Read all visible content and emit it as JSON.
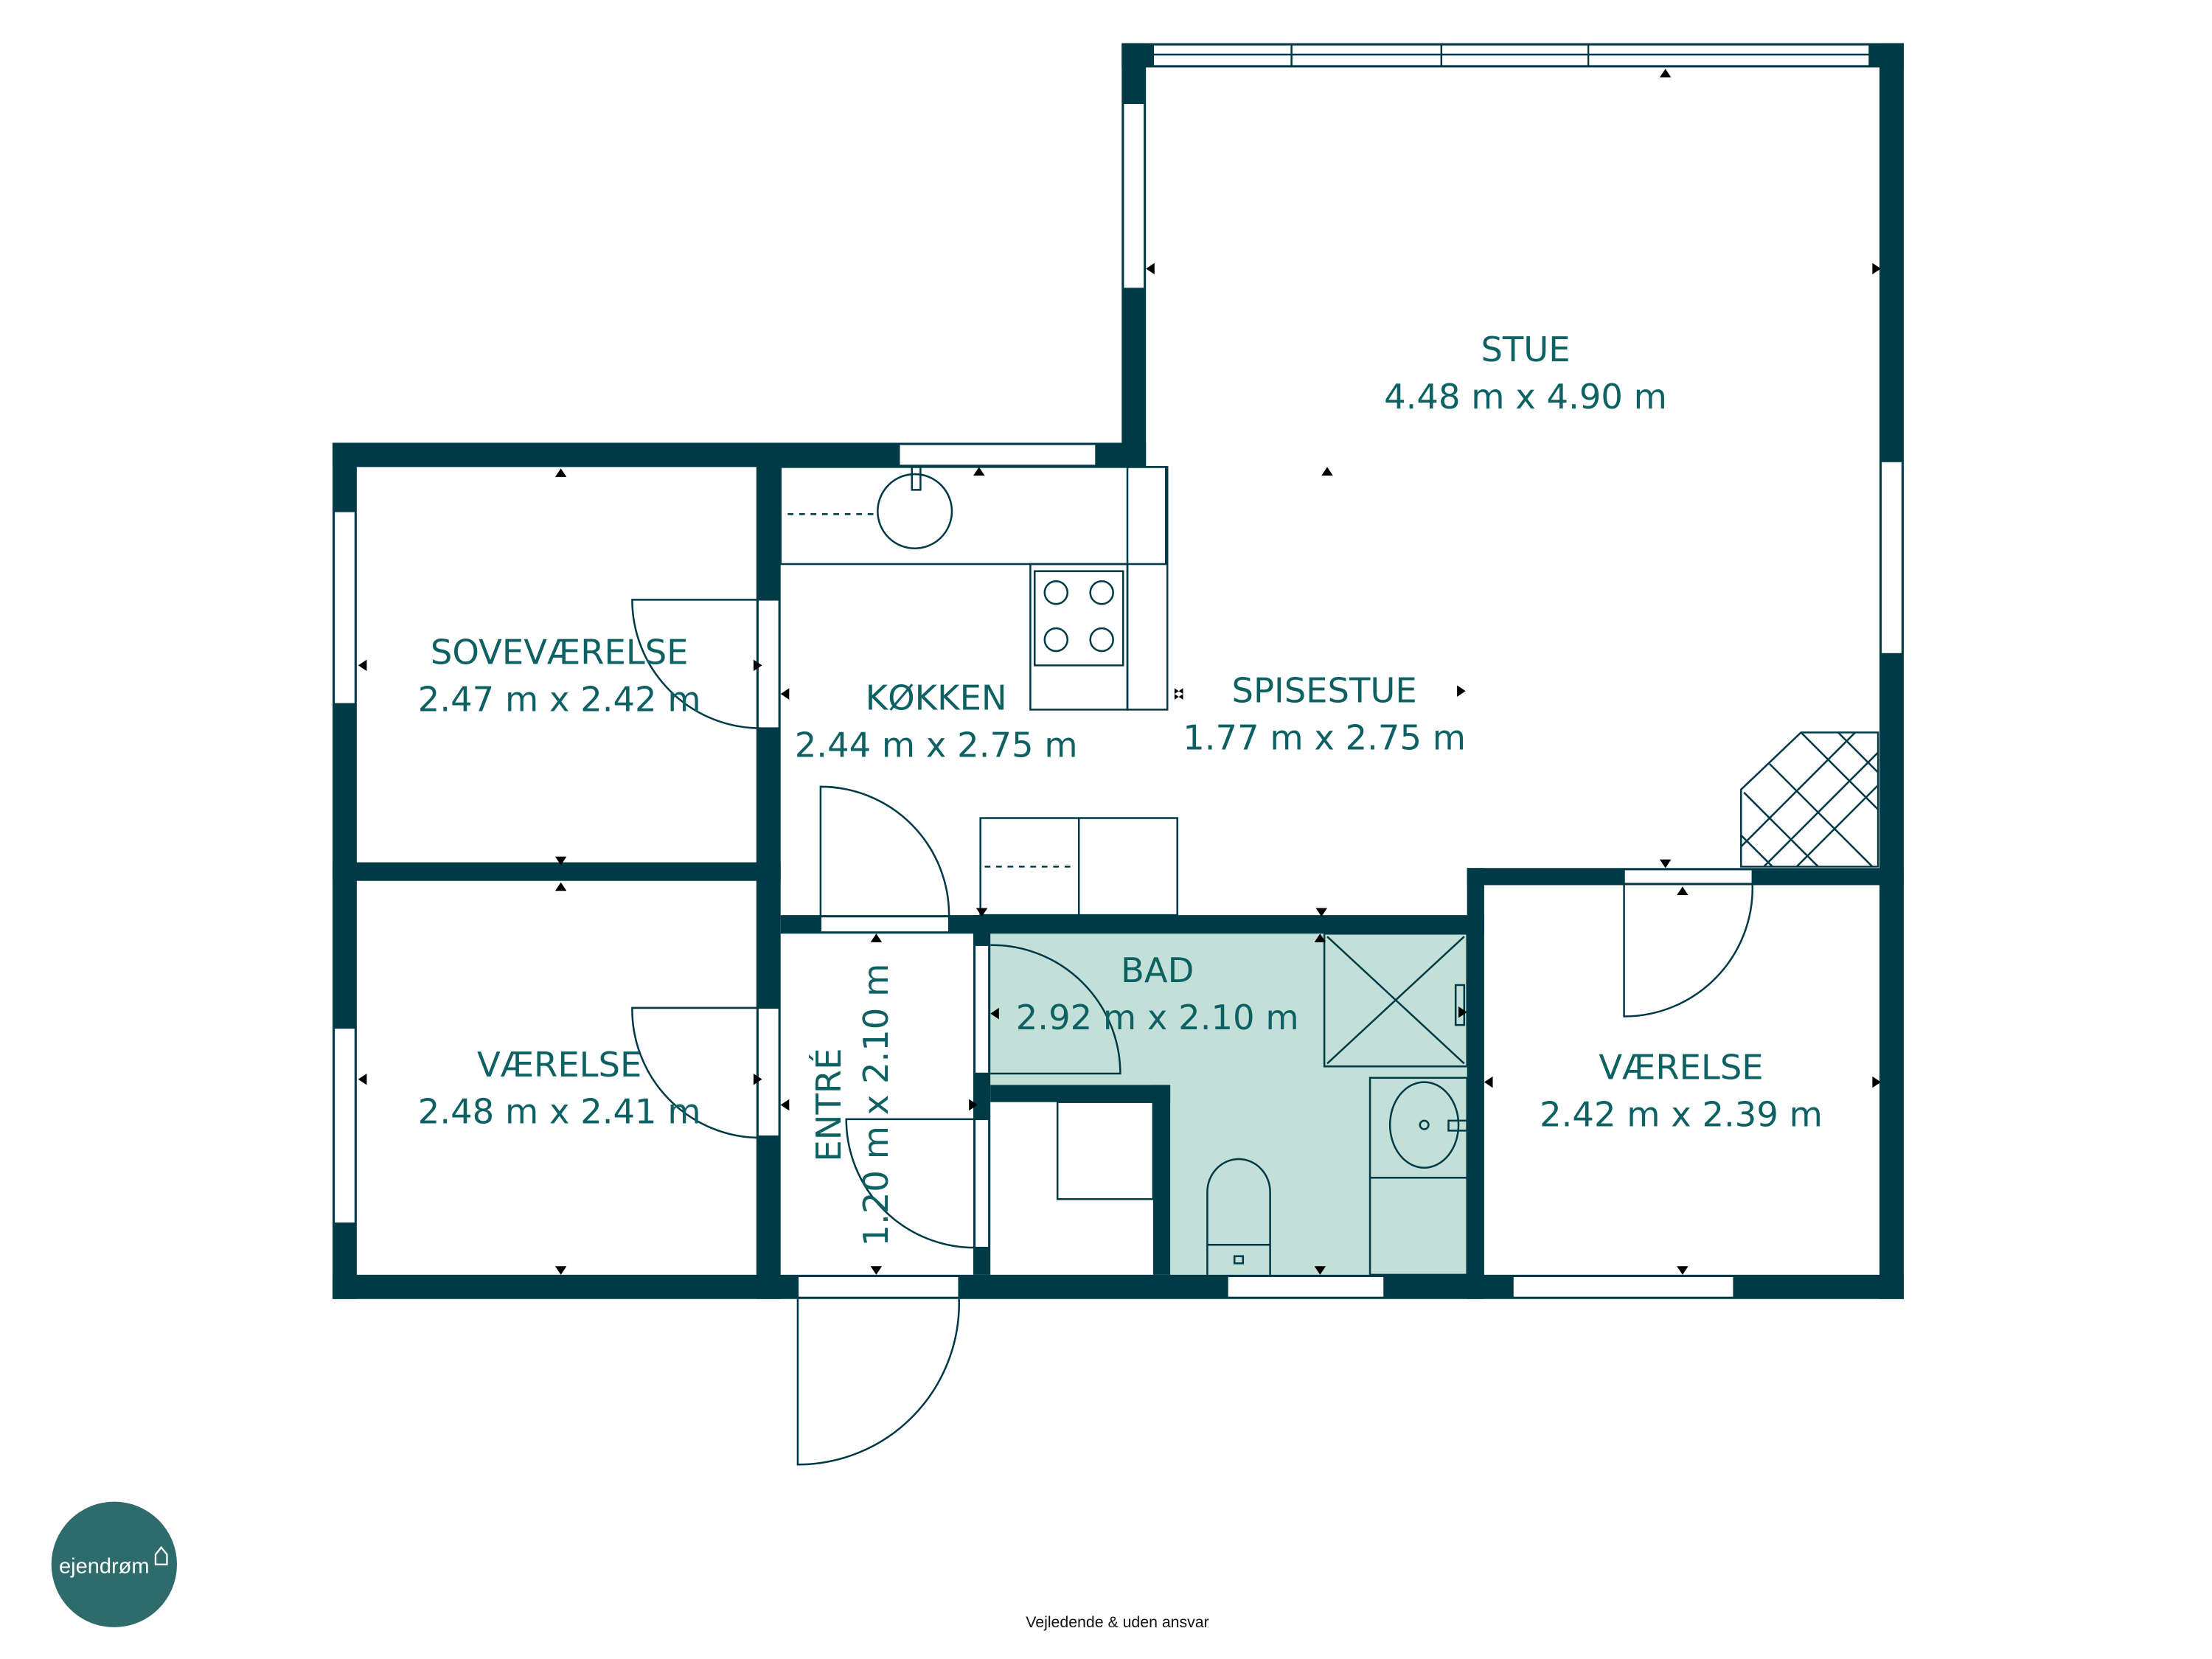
{
  "rooms": [
    {
      "name": "STUE",
      "size": "4.48 m x 4.90 m"
    },
    {
      "name": "SOVEVÆRELSE",
      "size": "2.47 m x 2.42 m"
    },
    {
      "name": "KØKKEN",
      "size": "2.44 m x 2.75 m"
    },
    {
      "name": "SPISESTUE",
      "size": "1.77 m x 2.75 m"
    },
    {
      "name": "BAD",
      "size": "2.92 m x 2.10 m"
    },
    {
      "name": "VÆRELSE",
      "size": "2.48 m x 2.41 m"
    },
    {
      "name": "ENTRÉ",
      "size": "1.20 m x 2.10 m"
    },
    {
      "name": "VÆRELSE",
      "size": "2.42 m x 2.39 m"
    }
  ],
  "logo": {
    "text": "ejendrøm"
  },
  "footer": {
    "disclaimer": "Vejledende & uden ansvar"
  },
  "colors": {
    "wall": "#003a47",
    "text": "#0e6163",
    "bath_fill": "#c3e0d8",
    "logo": "#2e6b6b"
  }
}
